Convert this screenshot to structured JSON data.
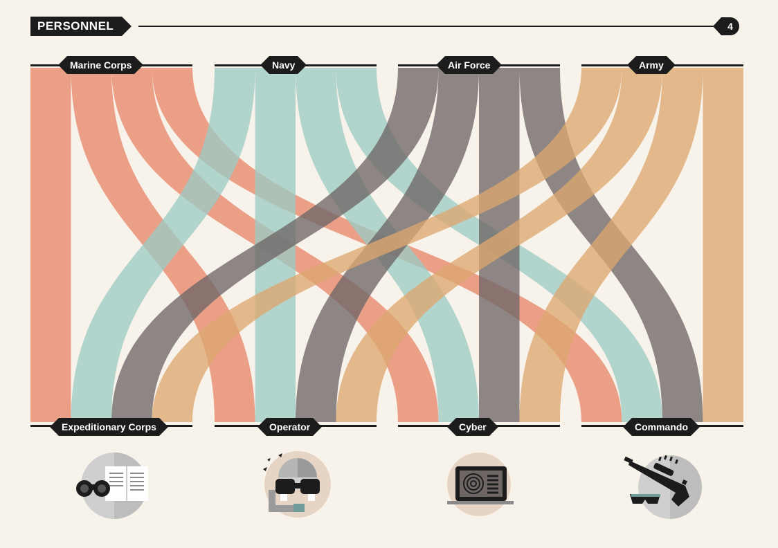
{
  "header": {
    "title": "PERSONNEL",
    "page_number": "4"
  },
  "diagram": {
    "sources": [
      {
        "label": "Marine Corps",
        "color": "#e8866a"
      },
      {
        "label": "Navy",
        "color": "#9ccbc3"
      },
      {
        "label": "Air Force",
        "color": "#6e6766"
      },
      {
        "label": "Army",
        "color": "#dca770"
      }
    ],
    "targets": [
      {
        "label": "Expeditionary Corps",
        "icon": "binoculars-document-icon"
      },
      {
        "label": "Operator",
        "icon": "pilot-goggles-icon"
      },
      {
        "label": "Cyber",
        "icon": "laptop-circuit-icon"
      },
      {
        "label": "Commando",
        "icon": "sniper-rifle-icon"
      }
    ],
    "flows": [
      {
        "source": 0,
        "target": 0
      },
      {
        "source": 0,
        "target": 1
      },
      {
        "source": 0,
        "target": 2
      },
      {
        "source": 0,
        "target": 3
      },
      {
        "source": 1,
        "target": 0
      },
      {
        "source": 1,
        "target": 1
      },
      {
        "source": 1,
        "target": 2
      },
      {
        "source": 1,
        "target": 3
      },
      {
        "source": 2,
        "target": 0
      },
      {
        "source": 2,
        "target": 1
      },
      {
        "source": 2,
        "target": 2
      },
      {
        "source": 2,
        "target": 3
      },
      {
        "source": 3,
        "target": 0
      },
      {
        "source": 3,
        "target": 1
      },
      {
        "source": 3,
        "target": 2
      },
      {
        "source": 3,
        "target": 3
      }
    ]
  }
}
